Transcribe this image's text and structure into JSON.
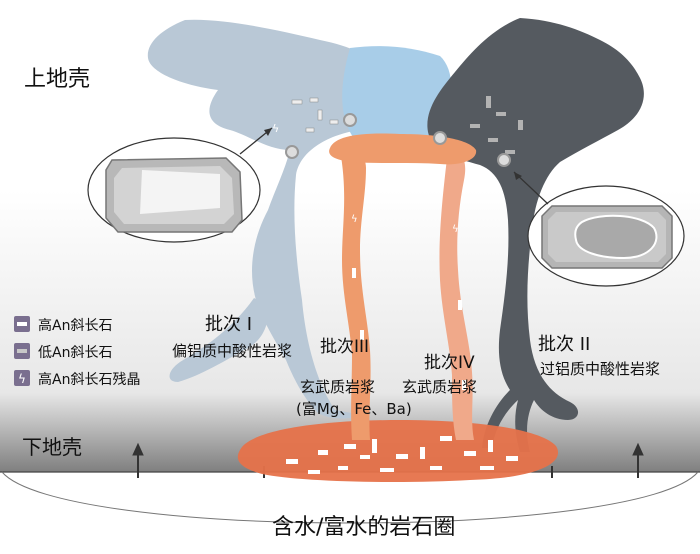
{
  "labels": {
    "upper_crust": "上地壳",
    "lower_crust": "下地壳",
    "mantle": "含水/富水的岩石圈",
    "batch1_title": "批次 I",
    "batch1_desc": "偏铝质中酸性岩浆",
    "batch2_title": "批次 II",
    "batch2_desc": "过铝质中酸性岩浆",
    "batch3_title": "批次III",
    "batch3_desc1": "玄武质岩浆",
    "batch3_desc2": "(富Mg、Fe、Ba)",
    "batch4_title": "批次IV",
    "batch4_desc": "玄武质岩浆"
  },
  "legend": [
    {
      "icon": "high-an-plagioclase-icon",
      "label": "高An斜长石"
    },
    {
      "icon": "low-an-plagioclase-icon",
      "label": "低An斜长石"
    },
    {
      "icon": "high-an-relict-icon",
      "label": "高An斜长石残晶"
    }
  ],
  "colors": {
    "batch1": "#b9c8d6",
    "batch2": "#555a60",
    "mix": "#a8cde8",
    "basalt": "#ee9b6c",
    "basalt_pool": "#e6724a",
    "legend_icon": "#7a6f8f"
  }
}
